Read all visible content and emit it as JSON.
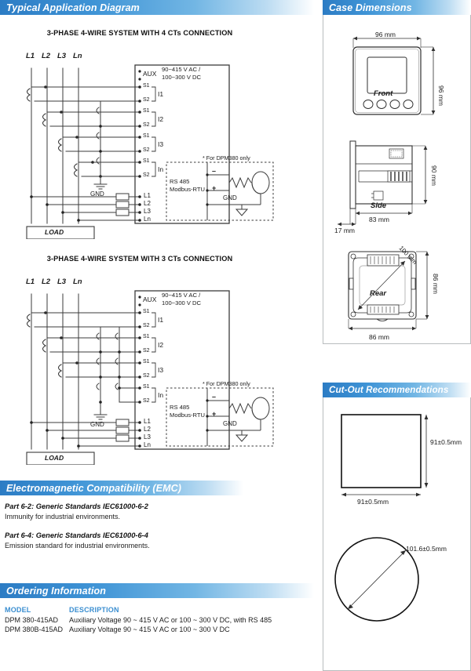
{
  "sections": {
    "application": {
      "title": "Typical Application Diagram"
    },
    "case": {
      "title": "Case Dimensions"
    },
    "cutout": {
      "title": "Cut-Out Recommendations"
    },
    "emc": {
      "title": "Electromagnetic Compatibility (EMC)"
    },
    "ordering": {
      "title": "Ordering Information"
    }
  },
  "diagram1": {
    "title": "3-PHASE 4-WIRE SYSTEM WITH 4 CTs CONNECTION",
    "phase_labels": [
      "L1",
      "L2",
      "L3",
      "Ln"
    ],
    "aux_label": "AUX",
    "aux_voltage_line1": "90~415 V AC /",
    "aux_voltage_line2": "100~300 V DC",
    "ct_groups": [
      {
        "name": "I1",
        "terminals": [
          "S1",
          "S2"
        ]
      },
      {
        "name": "I2",
        "terminals": [
          "S1",
          "S2"
        ]
      },
      {
        "name": "I3",
        "terminals": [
          "S1",
          "S2"
        ]
      },
      {
        "name": "In",
        "terminals": [
          "S1",
          "S2"
        ]
      }
    ],
    "gnd_label": "GND",
    "voltage_terminals": [
      "L1",
      "L2",
      "L3",
      "Ln"
    ],
    "load_label": "LOAD",
    "note": "* For DPM380 only",
    "comm_label_line1": "RS 485",
    "comm_label_line2": "Modbus-RTU",
    "comm_terminals": [
      "–",
      "+",
      "GND"
    ]
  },
  "diagram2": {
    "title": "3-PHASE 4-WIRE SYSTEM WITH 3 CTs CONNECTION",
    "phase_labels": [
      "L1",
      "L2",
      "L3",
      "Ln"
    ],
    "aux_label": "AUX",
    "aux_voltage_line1": "90~415 V AC /",
    "aux_voltage_line2": "100~300 V DC",
    "ct_groups": [
      {
        "name": "I1",
        "terminals": [
          "S1",
          "S2"
        ]
      },
      {
        "name": "I2",
        "terminals": [
          "S1",
          "S2"
        ]
      },
      {
        "name": "I3",
        "terminals": [
          "S1",
          "S2"
        ]
      },
      {
        "name": "In",
        "terminals": [
          "S1",
          "S2"
        ]
      }
    ],
    "gnd_label": "GND",
    "voltage_terminals": [
      "L1",
      "L2",
      "L3",
      "Ln"
    ],
    "load_label": "LOAD",
    "note": "* For DPM380 only",
    "comm_label_line1": "RS 485",
    "comm_label_line2": "Modbus-RTU",
    "comm_terminals": [
      "–",
      "+",
      "GND"
    ]
  },
  "case_dimensions": {
    "front": {
      "view_label": "Front",
      "width": "96 mm",
      "height": "96 mm"
    },
    "side": {
      "view_label": "Side",
      "depth": "83 mm",
      "height": "90 mm",
      "bezel": "17 mm"
    },
    "rear": {
      "view_label": "Rear",
      "width": "86 mm",
      "height": "86 mm",
      "diagonal": "100 mm"
    }
  },
  "cutout": {
    "square_width": "91±0.5mm",
    "square_height": "91±0.5mm",
    "circle_diameter": "101.6±0.5mm"
  },
  "emc": {
    "entries": [
      {
        "heading": "Part 6-2: Generic Standards IEC61000-6-2",
        "note": "Immunity for industrial environments."
      },
      {
        "heading": "Part 6-4: Generic Standards IEC61000-6-4",
        "note": "Emission standard for industrial environments."
      }
    ]
  },
  "ordering": {
    "columns": [
      "MODEL",
      "DESCRIPTION"
    ],
    "rows": [
      {
        "model": "DPM 380-415AD",
        "description": "Auxiliary Voltage  90 ~ 415 V AC or 100 ~ 300 V DC, with RS 485"
      },
      {
        "model": "DPM 380B-415AD",
        "description": "Auxiliary Voltage  90 ~ 415 V AC or 100 ~ 300 V DC"
      }
    ]
  },
  "colors": {
    "header_blue": "#2c7cc4",
    "header_blue_light": "#72b6e4",
    "accent_text": "#3a8ed0",
    "line": "#3b3b3b"
  }
}
